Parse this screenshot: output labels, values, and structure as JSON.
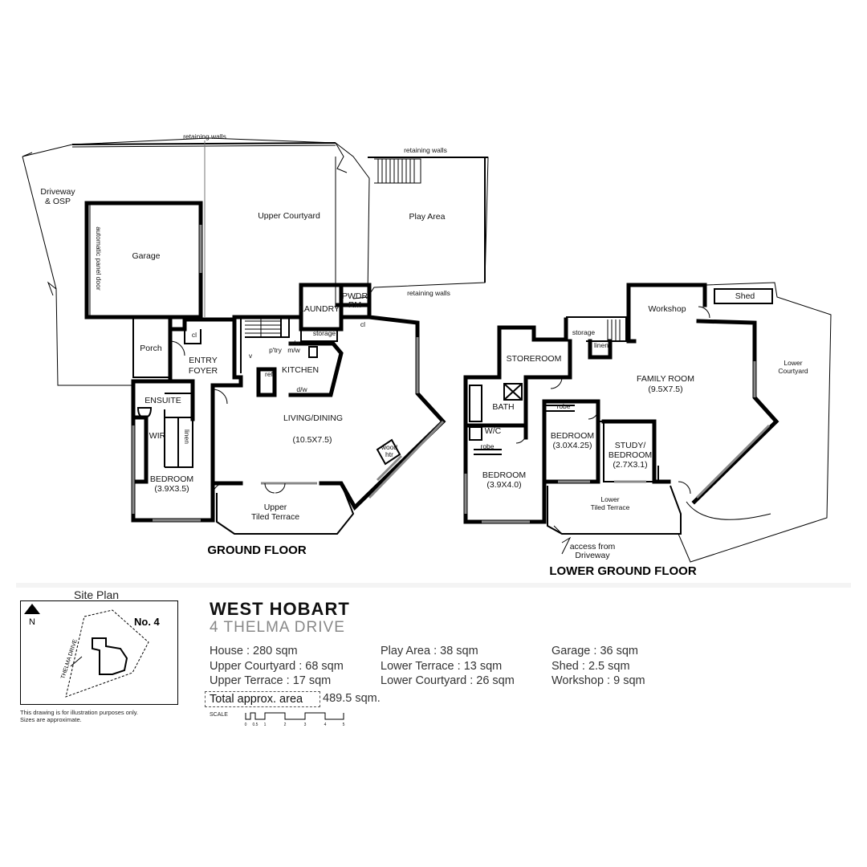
{
  "rooms": {
    "retaining_walls_top": "retaining walls",
    "retaining_walls_play_top": "retaining walls",
    "retaining_walls_play_bottom": "retaining walls",
    "driveway": [
      "Driveway",
      "& OSP"
    ],
    "garage": "Garage",
    "panel_door": "automatic panel door",
    "upper_courtyard": "Upper Courtyard",
    "play_area": "Play Area",
    "laundry": "LAUNDRY",
    "pwdr_rm": [
      "PWDR",
      "RM"
    ],
    "storage_upper": "storage",
    "cl_a": "cl",
    "cl_b": "cl",
    "porch": "Porch",
    "entry_foyer": [
      "ENTRY",
      "FOYER"
    ],
    "ptry": "p'try",
    "wo_mw": [
      "w/o",
      "m/w"
    ],
    "ref": "ref",
    "kitchen": "KITCHEN",
    "dw": "d/w",
    "v": "v",
    "ensuite": "ENSUITE",
    "wir": "WIR",
    "linen_upper": "linen",
    "bedroom_main": [
      "BEDROOM",
      "(3.9X3.5)"
    ],
    "living_dining": [
      "LIVING/DINING",
      "(10.5X7.5)"
    ],
    "wood_htr": [
      "wood",
      "htr"
    ],
    "upper_terrace": [
      "Upper",
      "Tiled Terrace"
    ],
    "ground_floor": "GROUND FLOOR",
    "workshop": "Workshop",
    "shed": "Shed",
    "storage_lower": "storage",
    "linen_lower": "linen",
    "storeroom": "STOREROOM",
    "family_room": [
      "FAMILY ROOM",
      "(9.5X7.5)"
    ],
    "lower_courtyard": [
      "Lower",
      "Courtyard"
    ],
    "bath": "BATH",
    "wc": "W/C",
    "robe_a": "robe",
    "robe_b": "robe",
    "bedroom_2": [
      "BEDROOM",
      "(3.0X4.25)"
    ],
    "study": [
      "STUDY/",
      "BEDROOM",
      "(2.7X3.1)"
    ],
    "bedroom_3": [
      "BEDROOM",
      "(3.9X4.0)"
    ],
    "lower_terrace": [
      "Lower",
      "Tiled Terrace"
    ],
    "access": [
      "access from",
      "Driveway"
    ],
    "lower_ground_floor": "LOWER GROUND FLOOR"
  },
  "site_plan": {
    "title": "Site Plan",
    "north": "N",
    "lot": "No. 4",
    "street": "THELMA DRIVE"
  },
  "disclaimer": [
    "This drawing is for illustration purposes only.",
    "Sizes are approximate."
  ],
  "address": {
    "suburb": "WEST HOBART",
    "street": "4 THELMA DRIVE"
  },
  "areas": {
    "col1": [
      "House : 280 sqm",
      "Upper Courtyard : 68 sqm",
      "Upper Terrace : 17 sqm"
    ],
    "col2": [
      "Play Area : 38 sqm",
      "Lower Terrace : 13 sqm",
      "Lower Courtyard : 26 sqm"
    ],
    "col3": [
      "Garage : 36 sqm",
      "Shed : 2.5 sqm",
      "Workshop : 9 sqm"
    ],
    "total_label": "Total approx. area",
    "total_value": "489.5 sqm."
  },
  "scale": {
    "label": "SCALE",
    "ticks": [
      "0",
      "0.5",
      "1",
      "2",
      "3",
      "4",
      "5"
    ]
  }
}
